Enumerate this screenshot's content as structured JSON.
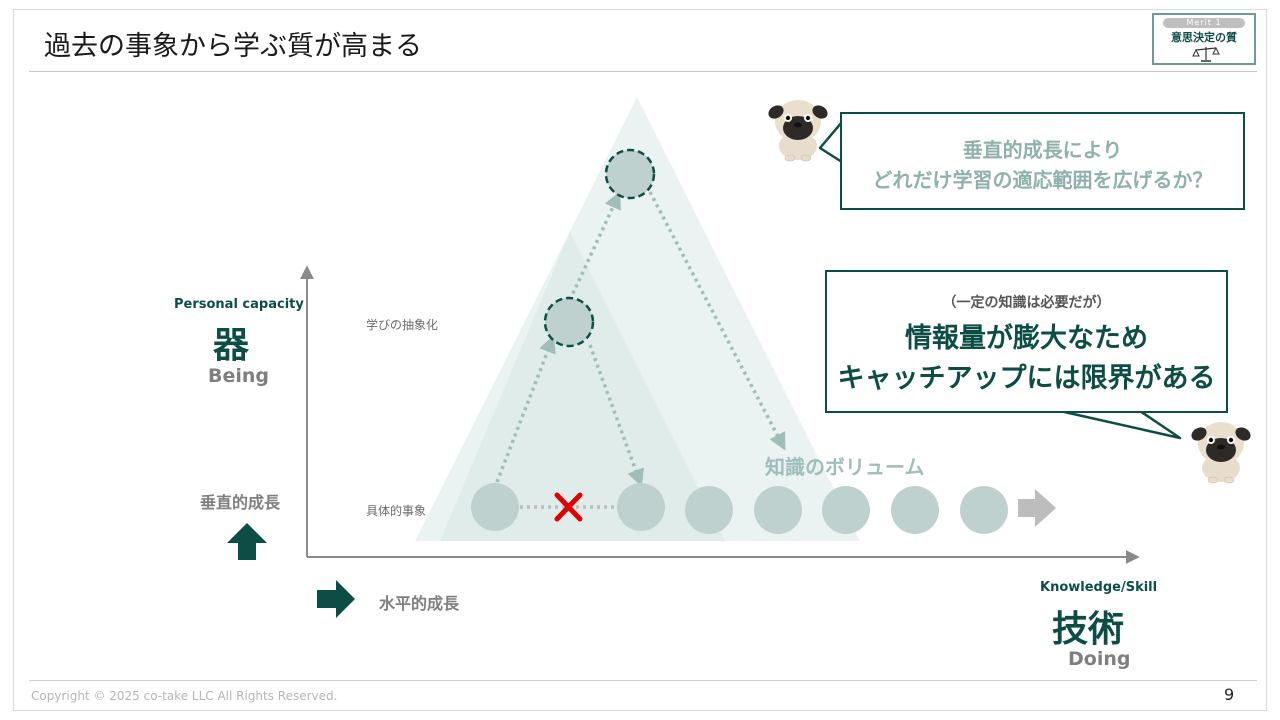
{
  "slide": {
    "title": "過去の事象から学ぶ質が高まる",
    "merit": {
      "tag": "Merit 1",
      "label": "意思決定の質",
      "icon": "balance-scale-icon"
    },
    "colors": {
      "primary": "#0c4e45",
      "accent_light": "#8fb1ac",
      "circle": "#bfd1ce",
      "cross": "#e00000"
    }
  },
  "axes": {
    "y_sub": "Personal capacity",
    "y_main": "器",
    "y_en": "Being",
    "y_growth": "垂直的成長",
    "x_growth": "水平的成長",
    "x_sub": "Knowledge/Skill",
    "x_main": "技術",
    "x_en": "Doing"
  },
  "diagram": {
    "label_abstraction": "学びの抽象化",
    "label_concrete": "具体的事象",
    "label_volume": "知識のボリューム"
  },
  "callouts": {
    "top": {
      "lines": [
        "垂直的成長により",
        "どれだけ学習の適応範囲を広げるか？"
      ]
    },
    "bottom": {
      "sub": "（一定の知識は必要だが）",
      "lines": [
        "情報量が膨大なため",
        "キャッチアップには限界がある"
      ]
    }
  },
  "footer": {
    "copyright": "Copyright © 2025 co-take LLC All Rights Reserved.",
    "page": "9"
  }
}
